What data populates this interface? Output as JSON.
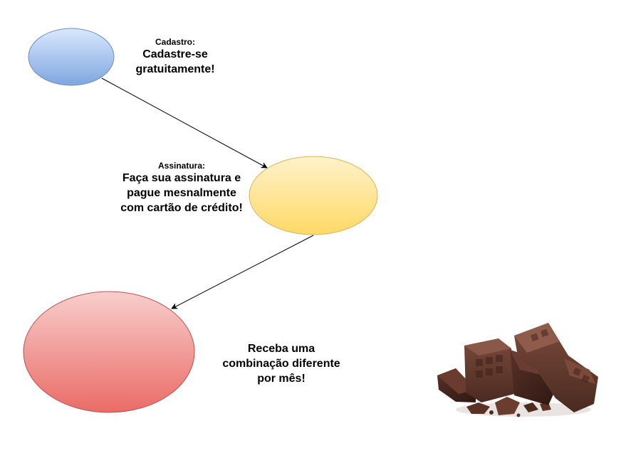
{
  "steps": [
    {
      "key": "cadastro",
      "heading": "Cadastro:",
      "text": "Cadastre-se gratuitamente!",
      "fill_top": "#dae8fc",
      "fill_bottom": "#7ea6e0",
      "stroke": "#6c8ebf"
    },
    {
      "key": "assinatura",
      "heading": "Assinatura:",
      "text": "Faça sua assinatura e pague mesnalmente com cartão de crédito!",
      "fill_top": "#fff2cc",
      "fill_bottom": "#ffd966",
      "stroke": "#d6b656"
    },
    {
      "key": "entrega",
      "heading": "",
      "text": "Receba uma combinação diferente por mês!",
      "fill_top": "#f8cecc",
      "fill_bottom": "#ea6b66",
      "stroke": "#b85450"
    }
  ],
  "image": {
    "icon": "chocolate-pieces-image"
  }
}
